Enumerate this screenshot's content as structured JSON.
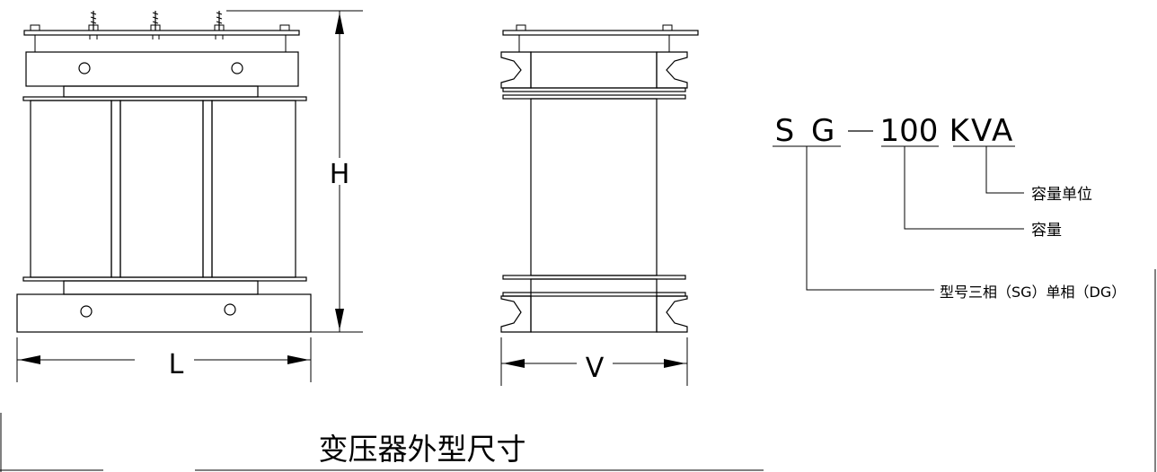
{
  "drawing": {
    "title": "变压器外型尺寸",
    "dimensions": {
      "height": "H",
      "length": "L",
      "width": "V"
    },
    "model_code": {
      "prefix": "S G",
      "dash": "—",
      "capacity": "100",
      "unit": "KVA"
    },
    "legend": {
      "unit_label": "容量单位",
      "capacity_label": "容量",
      "type_label": "型号三相（SG）单相（DG）"
    }
  }
}
